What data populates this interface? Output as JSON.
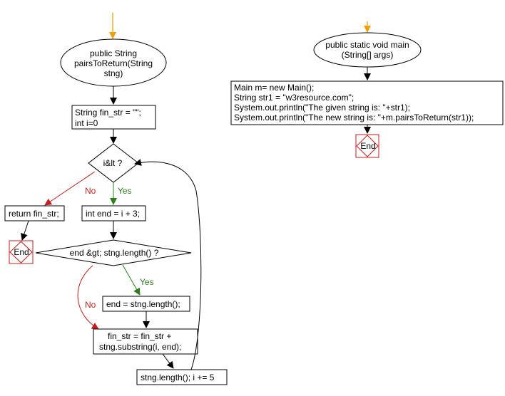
{
  "flow_left": {
    "start": {
      "line1": "public String",
      "line2": "pairsToReturn(String",
      "line3": "stng)"
    },
    "init": {
      "line1": "String fin_str = \"\";",
      "line2": "int i=0"
    },
    "cond1": "i&lt ?",
    "yes1": "Yes",
    "no1": "No",
    "assign_end": "int end = i + 3;",
    "ret": "return fin_str;",
    "end1": "End",
    "cond2": "end &gt; stng.length() ?",
    "yes2": "Yes",
    "no2": "No",
    "set_end": "end = stng.length();",
    "concat": {
      "line1": "fin_str = fin_str +",
      "line2": "stng.substring(i, end);"
    },
    "incr": "stng.length(); i += 5"
  },
  "flow_right": {
    "start": {
      "line1": "public static void main",
      "line2": "(String[] args)"
    },
    "body": {
      "line1": "Main m= new Main();",
      "line2": "String str1 = \"w3resource.com\";",
      "line3": "System.out.println(\"The given string is: \"+str1);",
      "line4": "System.out.println(\"The new string is: \"+m.pairsToReturn(str1));"
    },
    "end": "End"
  },
  "colors": {
    "entry_arrow": "#f0a000",
    "node_stroke": "#000000",
    "end_stroke": "#c41e1e",
    "yes": "#2e7d1f",
    "no": "#c41e1e"
  }
}
